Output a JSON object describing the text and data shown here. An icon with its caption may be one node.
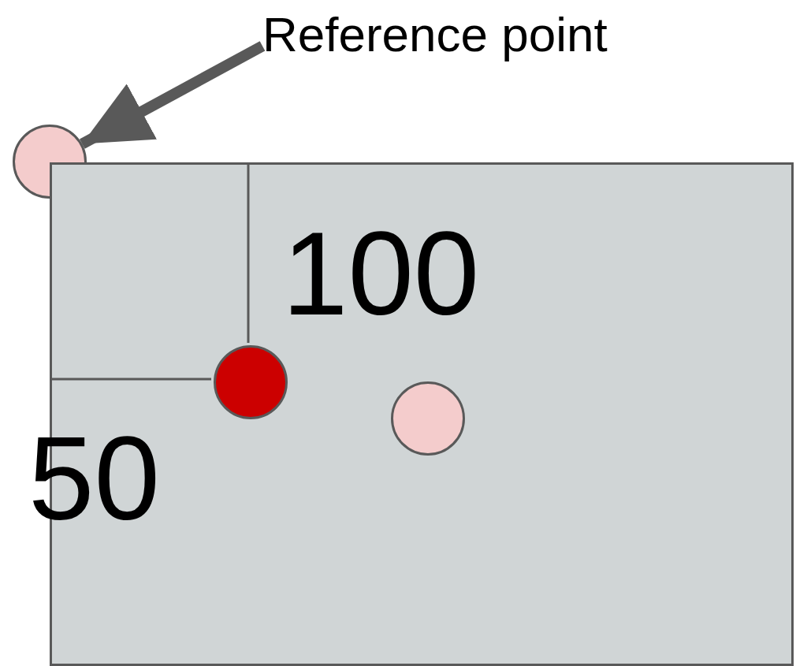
{
  "diagram": {
    "nodes": [
      {
        "text": [
          "Reference point"
        ]
      },
      {
        "text": [],
        "shape": "circle"
      },
      {
        "text": [],
        "shape": "box"
      },
      {
        "text": [],
        "shape": "circle",
        "in": 2
      },
      {
        "text": [],
        "shape": "circle",
        "in": 2
      }
    ],
    "edges": [
      {
        "from": 0,
        "to": 1,
        "arrow": "to"
      }
    ],
    "labels": [
      "100",
      "50"
    ]
  }
}
